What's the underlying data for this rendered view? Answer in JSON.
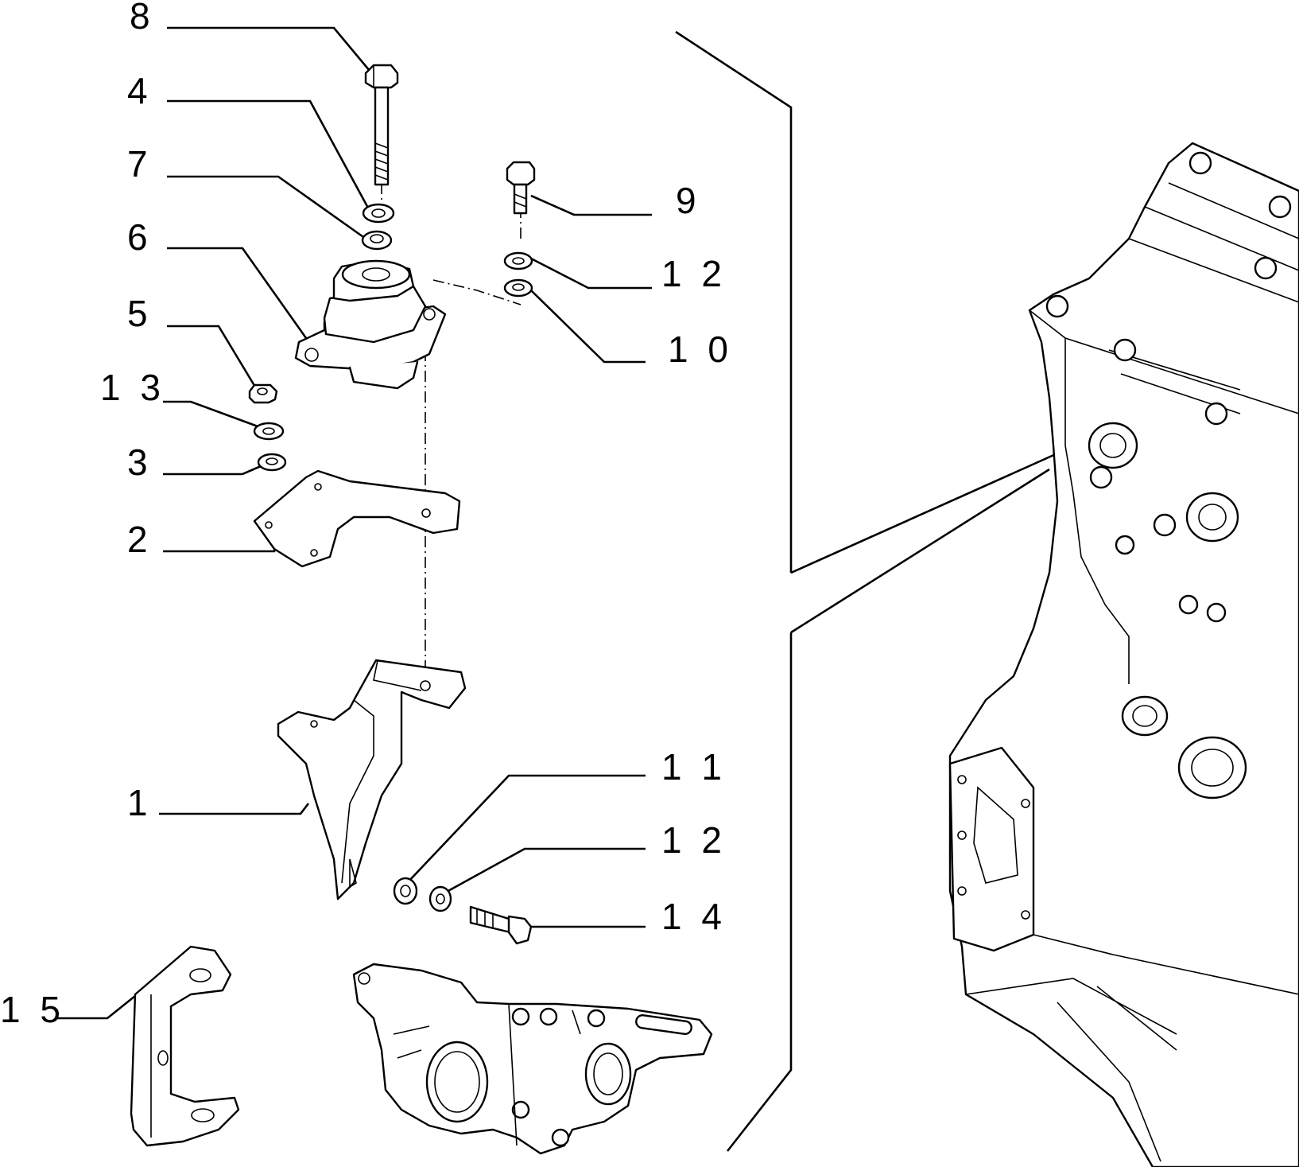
{
  "callouts": {
    "c1": "1",
    "c2": "2",
    "c3": "3",
    "c4": "4",
    "c5": "5",
    "c6": "6",
    "c7": "7",
    "c8": "8",
    "c9": "9",
    "c10": "1 0",
    "c11": "1 1",
    "c12a": "1 2",
    "c12b": "1 2",
    "c13": "1 3",
    "c14": "1 4",
    "c15": "1 5"
  }
}
